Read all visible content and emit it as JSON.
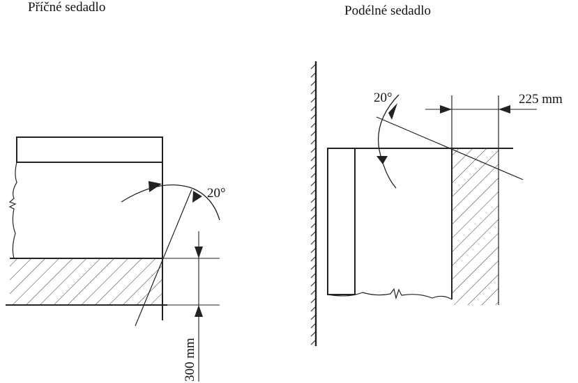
{
  "titles": {
    "left": "Příčné sedadlo",
    "right": "Podélné sedadlo"
  },
  "left_diagram": {
    "angle_label": "20°",
    "dimension_label": "300 mm"
  },
  "right_diagram": {
    "angle_label": "20°",
    "dimension_label": "225 mm"
  }
}
